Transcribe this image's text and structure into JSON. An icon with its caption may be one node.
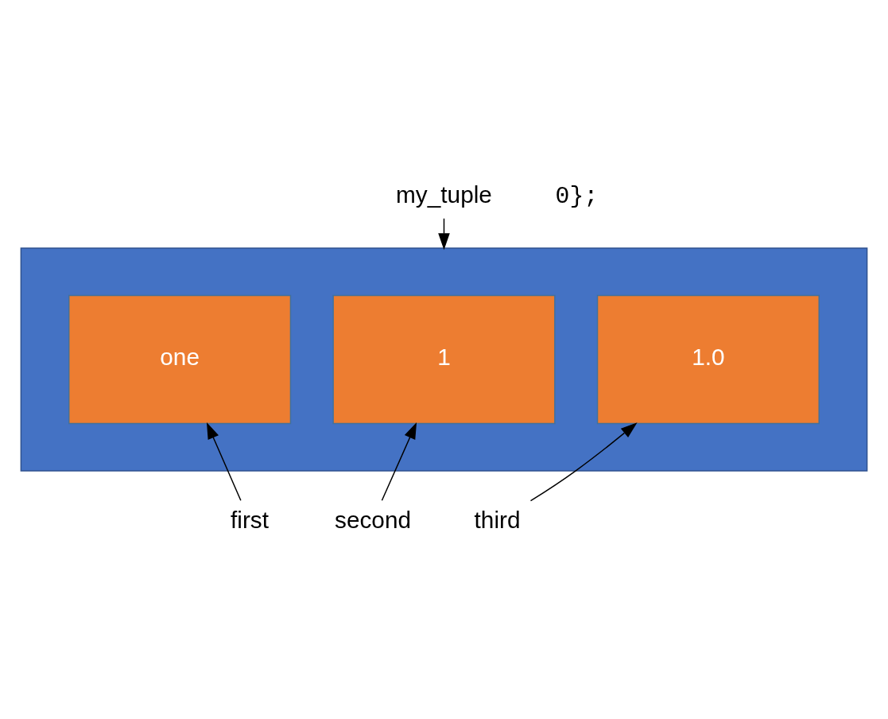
{
  "diagram": {
    "nodes": [
      {
        "text": [
          "my_tuple"
        ]
      },
      {
        "text": [],
        "shape": "box"
      },
      {
        "text": [
          "one"
        ],
        "in": 1
      },
      {
        "text": [
          "1"
        ],
        "in": 1
      },
      {
        "text": [
          "1.0"
        ],
        "in": 1
      },
      {
        "text": [
          "first"
        ]
      },
      {
        "text": [
          "second"
        ]
      },
      {
        "text": [
          "third"
        ]
      }
    ],
    "edges": [
      {
        "from": 0,
        "to": 1,
        "arrow": "to"
      },
      {
        "from": 5,
        "to": 2,
        "arrow": "to"
      },
      {
        "from": 6,
        "to": 3,
        "arrow": "to"
      },
      {
        "from": 7,
        "to": 4,
        "arrow": "to"
      }
    ],
    "labels": [
      "0};"
    ]
  }
}
